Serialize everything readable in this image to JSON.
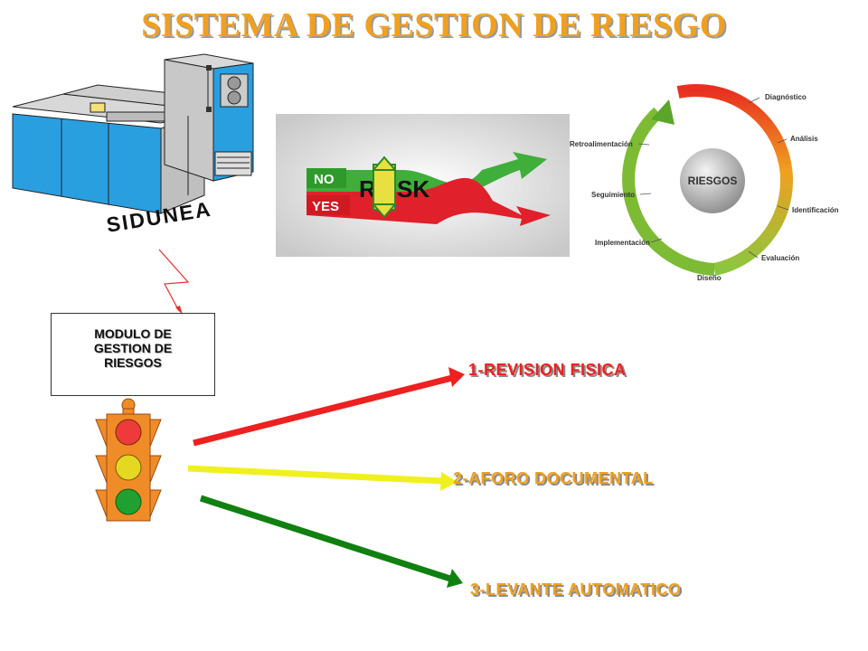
{
  "title": "SISTEMA DE GESTION DE RIESGO",
  "system": {
    "label": "SIDUNEA",
    "icon": "mainframe-computer-icon"
  },
  "module": {
    "label": "MODULO DE GESTION DE RIESGOS"
  },
  "risk_image": {
    "no_label": "NO",
    "yes_label": "YES",
    "risk_letters_left": "R",
    "risk_letters_right": "SK"
  },
  "cycle": {
    "center": "RIESGOS",
    "steps": [
      "Diagnóstico",
      "Análisis",
      "Identificación",
      "Evaluación",
      "Diseño",
      "Implementación",
      "Seguimiento",
      "Retroalimentación"
    ]
  },
  "traffic_light": {
    "icon": "traffic-light-icon"
  },
  "outcomes": [
    {
      "label": "1-REVISION  FISICA",
      "color": "#EE2020"
    },
    {
      "label": "2-AFORO  DOCUMENTAL",
      "color": "#F0E020"
    },
    {
      "label": "3-LEVANTE  AUTOMATICO",
      "color": "#108010"
    }
  ],
  "colors": {
    "title": "#F0A020",
    "red": "#EE2020",
    "yellow": "#F0F020",
    "green": "#108010"
  }
}
